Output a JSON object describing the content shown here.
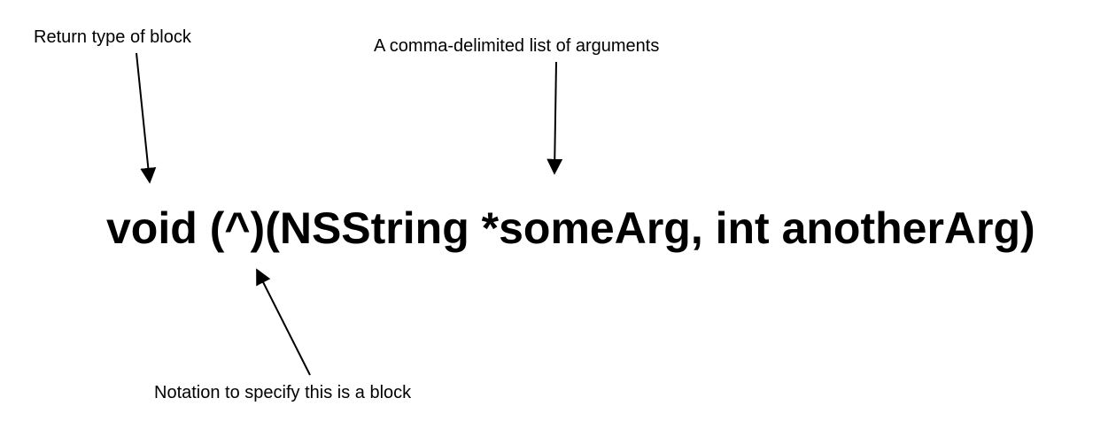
{
  "annotations": {
    "return_type": "Return type of block",
    "arguments": "A comma-delimited list of arguments",
    "notation": "Notation to specify this is a block"
  },
  "code": {
    "return_type": "void",
    "caret_group": "(^)",
    "params": "(NSString *someArg, int anotherArg)"
  },
  "colors": {
    "text": "#000000",
    "background": "#ffffff",
    "arrow": "#000000"
  }
}
